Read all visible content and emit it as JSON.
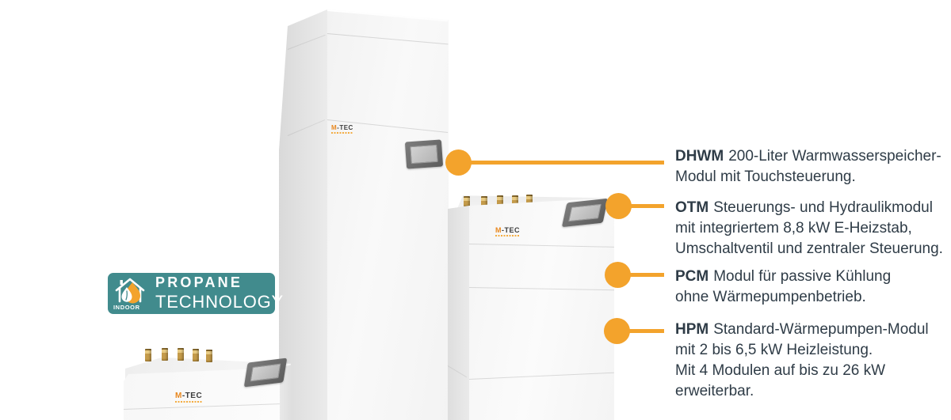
{
  "colors": {
    "accent_orange": "#F3A32C",
    "badge_teal": "#418B8D",
    "text_dark": "#2F3C47"
  },
  "brand": {
    "m": "M",
    "tec": "-TEC"
  },
  "badge": {
    "title_line1": "PROPANE",
    "title_line2": "TECHNOLOGY",
    "indoor_label": "INDOOR"
  },
  "annotations": [
    {
      "code": "DHWM",
      "lines": [
        "200-Liter Warmwasserspeicher-",
        "Modul mit Touchsteuerung."
      ]
    },
    {
      "code": "OTM",
      "lines": [
        "Steuerungs- und Hydraulikmodul",
        "mit integriertem 8,8 kW E-Heizstab,",
        "Umschaltventil und zentraler Steuerung."
      ]
    },
    {
      "code": "PCM",
      "lines": [
        "Modul für passive Kühlung",
        "ohne Wärmepumpenbetrieb."
      ]
    },
    {
      "code": "HPM",
      "lines": [
        "Standard-Wärmepumpen-Modul",
        "mit 2 bis 6,5 kW Heizleistung.",
        "Mit 4 Modulen auf bis zu 26 kW erweiterbar."
      ]
    }
  ]
}
